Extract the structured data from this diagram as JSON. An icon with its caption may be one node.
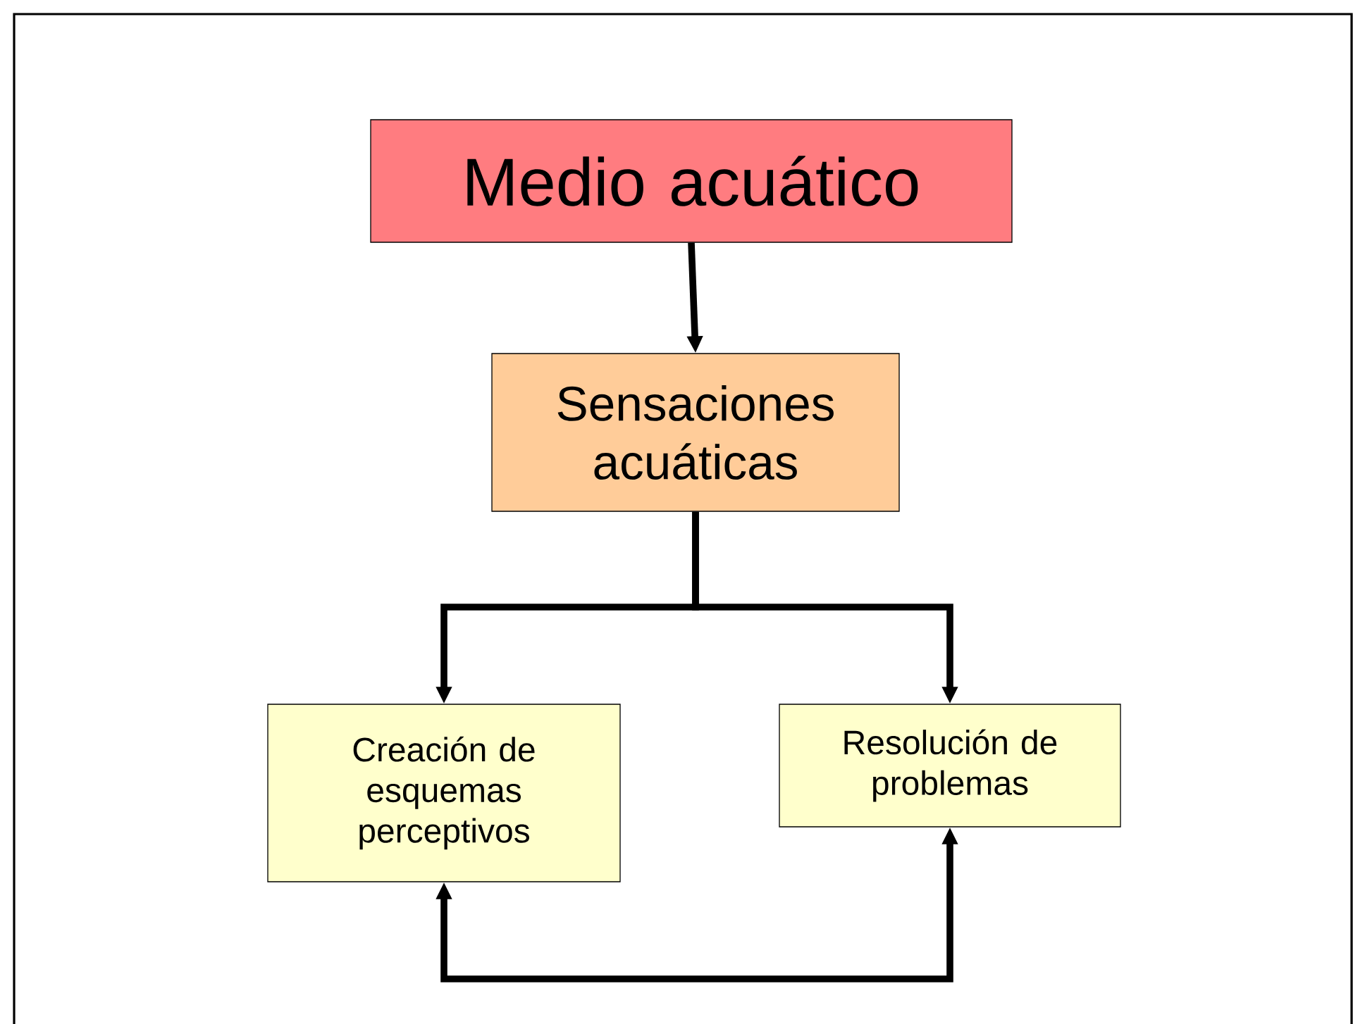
{
  "diagram": {
    "nodes": [
      {
        "text": [
          "Medio acuático"
        ]
      },
      {
        "text": [
          "Sensaciones acuáticas"
        ]
      },
      {
        "text": [
          "Creación de esquemas perceptivos"
        ]
      },
      {
        "text": [
          "Resolución de problemas"
        ]
      }
    ],
    "edges": [
      {
        "from": 0,
        "to": 1,
        "arrow": "to"
      },
      {
        "from": 1,
        "to": 2,
        "arrow": "to"
      },
      {
        "from": 1,
        "to": 3,
        "arrow": "to"
      },
      {
        "from": 2,
        "to": 3,
        "arrow": "both"
      }
    ]
  }
}
